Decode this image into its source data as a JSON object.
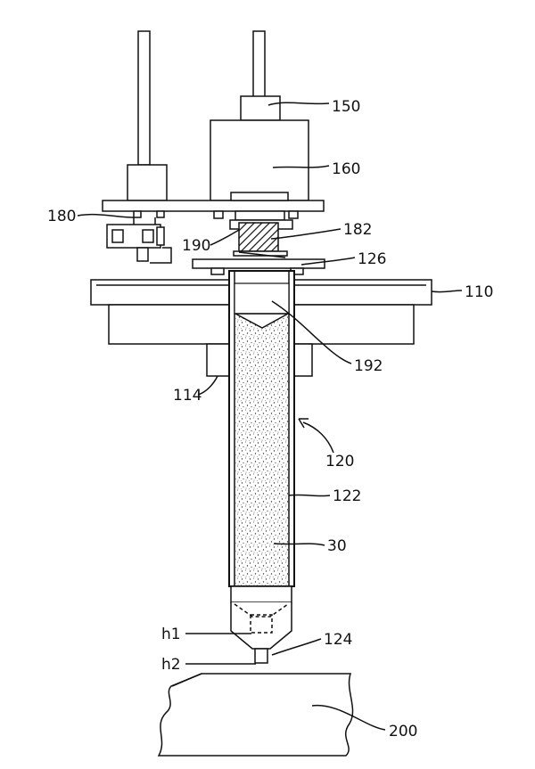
{
  "labels": {
    "l150": "150",
    "l160": "160",
    "l180": "180",
    "l182": "182",
    "l190": "190",
    "l126": "126",
    "l110": "110",
    "l192": "192",
    "l114": "114",
    "l120": "120",
    "l122": "122",
    "l30": "30",
    "lh1": "h1",
    "l124": "124",
    "lh2": "h2",
    "l200": "200"
  }
}
